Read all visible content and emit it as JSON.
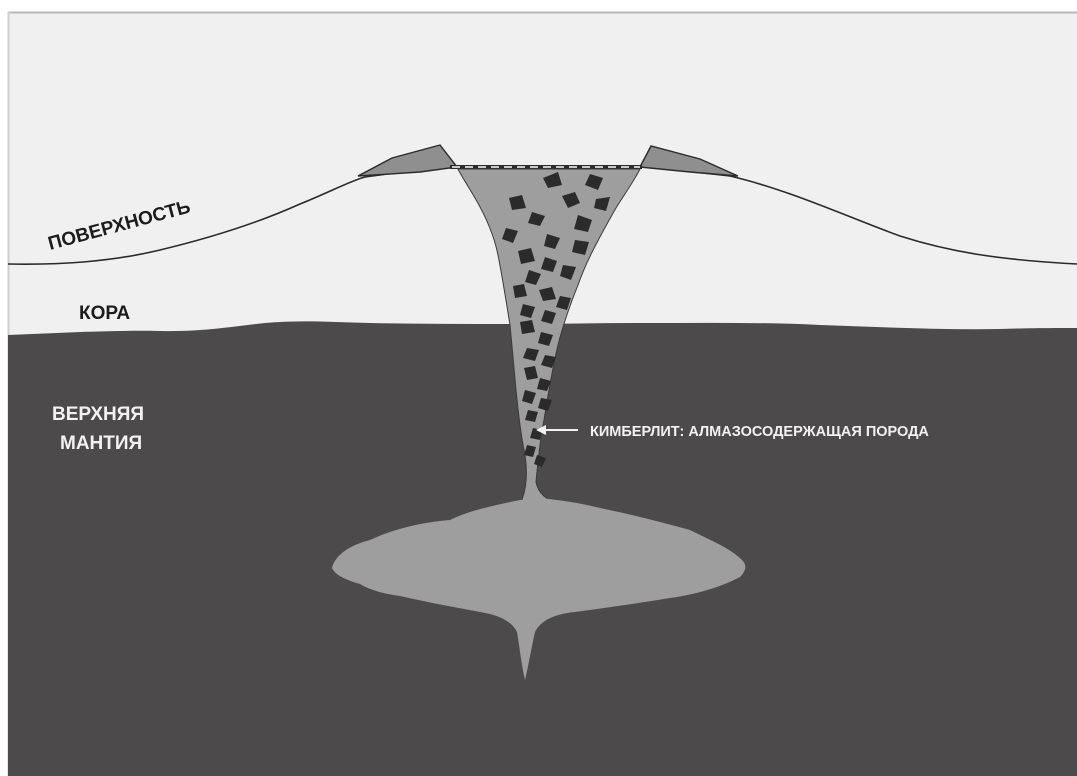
{
  "labels": {
    "surface": "ПОВЕРХНОСТЬ",
    "crust": "КОРА",
    "mantle_line1": "ВЕРХНЯЯ",
    "mantle_line2": "МАНТИЯ",
    "kimberlite": "КИМБЕРЛИТ: АЛМАЗОСОДЕРЖАЩАЯ ПОРОДА"
  },
  "colors": {
    "background": "#ffffff",
    "crust": "#f0f0f0",
    "mantle": "#4d4a4b",
    "kimberlite": "#9e9e9e",
    "tuff_ring": "#8f8f8f",
    "xenolith": "#2b2b2b",
    "outline": "#2a2a2a",
    "border": "#b9b9b9"
  }
}
